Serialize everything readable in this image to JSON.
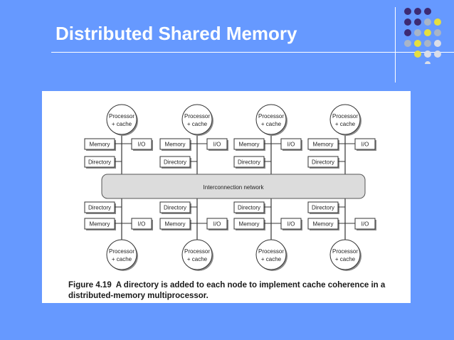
{
  "slide": {
    "title": "Distributed Shared Memory",
    "background": "#6699ff"
  },
  "decoration": {
    "dot_colors": {
      "purple": "#3d2a73",
      "gray": "#a9b5c7",
      "yellow": "#e6df3f",
      "light": "#d9dde8"
    }
  },
  "figure": {
    "interconnect_label": "Interconnection network",
    "top_row": [
      {
        "processor_line1": "Processor",
        "processor_line2": "+ cache",
        "memory": "Memory",
        "io": "I/O",
        "directory": "Directory"
      },
      {
        "processor_line1": "Processor",
        "processor_line2": "+ cache",
        "memory": "Memory",
        "io": "I/O",
        "directory": "Directory"
      },
      {
        "processor_line1": "Processor",
        "processor_line2": "+ cache",
        "memory": "Memory",
        "io": "I/O",
        "directory": "Directory"
      },
      {
        "processor_line1": "Processor",
        "processor_line2": "+ cache",
        "memory": "Memory",
        "io": "I/O",
        "directory": "Directory"
      }
    ],
    "bottom_row": [
      {
        "processor_line1": "Processor",
        "processor_line2": "+ cache",
        "memory": "Memory",
        "io": "I/O",
        "directory": "Directory"
      },
      {
        "processor_line1": "Processor",
        "processor_line2": "+ cache",
        "memory": "Memory",
        "io": "I/O",
        "directory": "Directory"
      },
      {
        "processor_line1": "Processor",
        "processor_line2": "+ cache",
        "memory": "Memory",
        "io": "I/O",
        "directory": "Directory"
      },
      {
        "processor_line1": "Processor",
        "processor_line2": "+ cache",
        "memory": "Memory",
        "io": "I/O",
        "directory": "Directory"
      }
    ],
    "caption_label": "Figure 4.19",
    "caption_text": "A directory is added to each node to implement cache coherence in a distributed-memory multiprocessor."
  }
}
